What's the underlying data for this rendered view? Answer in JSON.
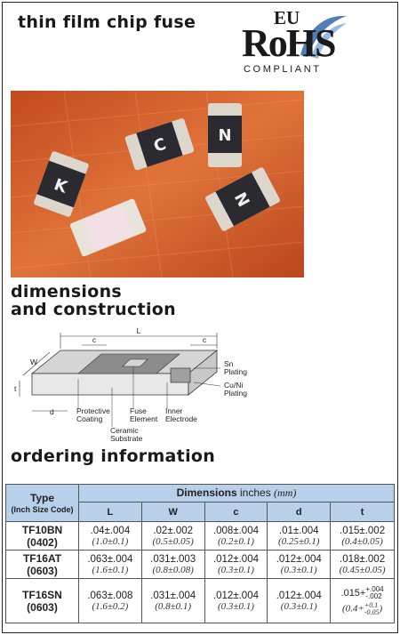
{
  "header": {
    "title": "thin film chip fuse",
    "rohs": {
      "eu": "EU",
      "mark": "RoHS",
      "compliant": "COMPLIANT"
    }
  },
  "photo": {
    "chip_letters": [
      "K",
      "C",
      "N",
      "N"
    ]
  },
  "sections": {
    "dimensions_line1": "dimensions",
    "dimensions_line2": "and construction",
    "ordering": "ordering information"
  },
  "diagram": {
    "labels": {
      "c_left": "c",
      "L": "L",
      "c_right": "c",
      "W": "W",
      "t": "t",
      "d": "d",
      "sn": "Sn",
      "plating1": "Plating",
      "cuni": "Cu/Ni",
      "plating2": "Plating",
      "protective": "Protective",
      "coating": "Coating",
      "fuse": "Fuse",
      "element": "Element",
      "inner": "Inner",
      "electrode": "Electrode",
      "ceramic": "Ceramic",
      "substrate": "Substrate"
    }
  },
  "table": {
    "type_header": "Type",
    "type_sub": "(Inch Size Code)",
    "dims_header": "Dimensions",
    "dims_unit": "inches",
    "dims_unit_mm": "(mm)",
    "columns": [
      "L",
      "W",
      "c",
      "d",
      "t"
    ],
    "rows": [
      {
        "type": "TF10BN",
        "size": "(0402)",
        "cells": [
          {
            "inch": ".04±.004",
            "mm": "(1.0±0.1)"
          },
          {
            "inch": ".02±.002",
            "mm": "(0.5±0.05)"
          },
          {
            "inch": ".008±.004",
            "mm": "(0.2±0.1)"
          },
          {
            "inch": ".01±.004",
            "mm": "(0.25±0.1)"
          },
          {
            "inch": ".015±.002",
            "mm": "(0.4±0.05)"
          }
        ]
      },
      {
        "type": "TF16AT",
        "size": "(0603)",
        "cells": [
          {
            "inch": ".063±.004",
            "mm": "(1.6±0.1)"
          },
          {
            "inch": ".031±.003",
            "mm": "(0.8±0.08)"
          },
          {
            "inch": ".012±.004",
            "mm": "(0.3±0.1)"
          },
          {
            "inch": ".012±.004",
            "mm": "(0.3±0.1)"
          },
          {
            "inch": ".018±.002",
            "mm": "(0.45±0.05)"
          }
        ]
      },
      {
        "type": "TF16SN",
        "size": "(0603)",
        "cells": [
          {
            "inch": ".063±.008",
            "mm": "(1.6±0.2)"
          },
          {
            "inch": ".031±.004",
            "mm": "(0.8±0.1)"
          },
          {
            "inch": ".012±.004",
            "mm": "(0.3±0.1)"
          },
          {
            "inch": ".012±.004",
            "mm": "(0.3±0.1)"
          }
        ],
        "t_cell": {
          "inch_base": ".015+",
          "inch_plus": "+.004",
          "inch_minus": "-.002",
          "mm_base": "(0.4+",
          "mm_plus": "+0.1",
          "mm_minus": "-0.05",
          "mm_close": ")"
        }
      }
    ]
  },
  "colors": {
    "header_blue": "#b9d0ea",
    "photo_orange": "#d9612a",
    "rohs_swoosh": "#3f6fb0"
  }
}
